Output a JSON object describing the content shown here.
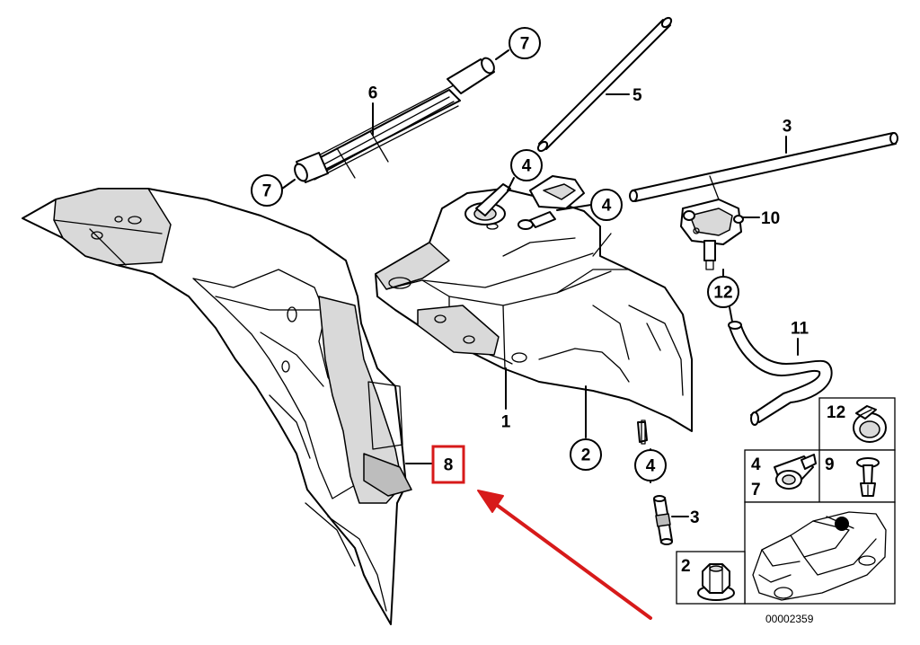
{
  "diagram_code": "00002359",
  "highlight_color": "#d71a1a",
  "callouts": {
    "c1": "1",
    "c2": "2",
    "c3a": "3",
    "c3b": "3",
    "c4a": "4",
    "c4b": "4",
    "c4c": "4",
    "c5": "5",
    "c6": "6",
    "c7a": "7",
    "c7b": "7",
    "c8": "8",
    "c10": "10",
    "c11": "11",
    "c12": "12"
  },
  "legend": {
    "box_12": "12",
    "box_4": "4",
    "box_7": "7",
    "box_9": "9",
    "box_2": "2"
  }
}
